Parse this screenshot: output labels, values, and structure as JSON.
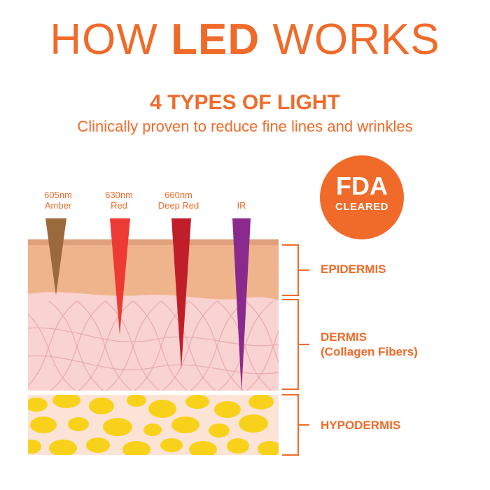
{
  "title": {
    "part1": "HOW ",
    "part2": "LED",
    "part3": " WORKS"
  },
  "subtitle": "4 TYPES OF LIGHT",
  "tagline": "Clinically proven to reduce fine lines and wrinkles",
  "badge": {
    "line1": "FDA",
    "line2": "CLEARED",
    "color": "#f06b2a"
  },
  "lights": [
    {
      "wavelength": "605nm",
      "name": "Amber",
      "color": "#9a6a3c"
    },
    {
      "wavelength": "630nm",
      "name": "Red",
      "color": "#ee3a34"
    },
    {
      "wavelength": "660nm",
      "name": "Deep Red",
      "color": "#c01f2a"
    },
    {
      "wavelength": "",
      "name": "IR",
      "color": "#8a2a8e"
    }
  ],
  "layers": {
    "epidermis": "EPIDERMIS",
    "dermis_line1": "DERMIS",
    "dermis_line2": "(Collagen Fibers)",
    "hypodermis": "HYPODERMIS"
  },
  "colors": {
    "accent": "#f06b2a",
    "epidermis": "#f0b48c",
    "dermis": "#f9d2d2",
    "hypodermis_bg": "#fbe4d6",
    "fat": "#f8d21a"
  }
}
